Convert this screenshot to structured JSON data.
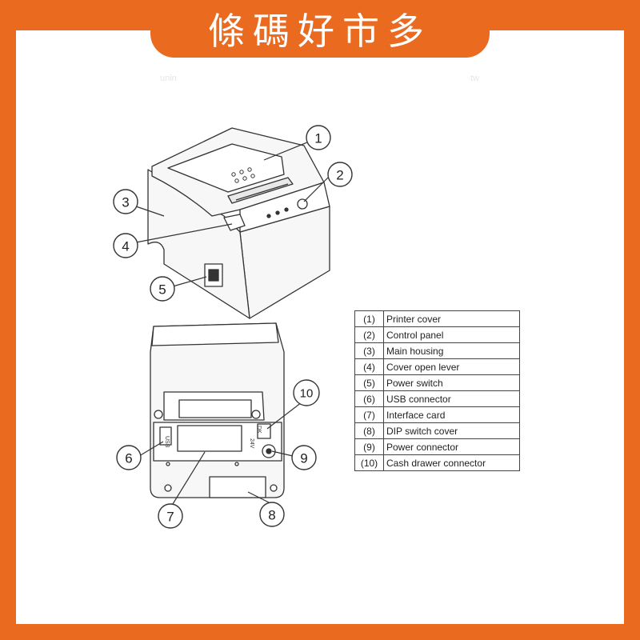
{
  "banner": {
    "title": "條碼好市多"
  },
  "watermarks": {
    "left": "unin",
    "right": "tw"
  },
  "callouts": [
    "1",
    "2",
    "3",
    "4",
    "5",
    "6",
    "7",
    "8",
    "9",
    "10"
  ],
  "labels": {
    "usb": "USB",
    "dk": "DK",
    "v24": "24V"
  },
  "legend": [
    {
      "num": "(1)",
      "text": "Printer cover"
    },
    {
      "num": "(2)",
      "text": "Control panel"
    },
    {
      "num": "(3)",
      "text": "Main housing"
    },
    {
      "num": "(4)",
      "text": "Cover open lever"
    },
    {
      "num": "(5)",
      "text": "Power switch"
    },
    {
      "num": "(6)",
      "text": "USB connector"
    },
    {
      "num": "(7)",
      "text": "Interface card"
    },
    {
      "num": "(8)",
      "text": "DIP switch cover"
    },
    {
      "num": "(9)",
      "text": "Power connector"
    },
    {
      "num": "(10)",
      "text": "Cash drawer connector"
    }
  ],
  "colors": {
    "background": "#ea6a1f",
    "panel": "#ffffff",
    "line": "#333333"
  }
}
